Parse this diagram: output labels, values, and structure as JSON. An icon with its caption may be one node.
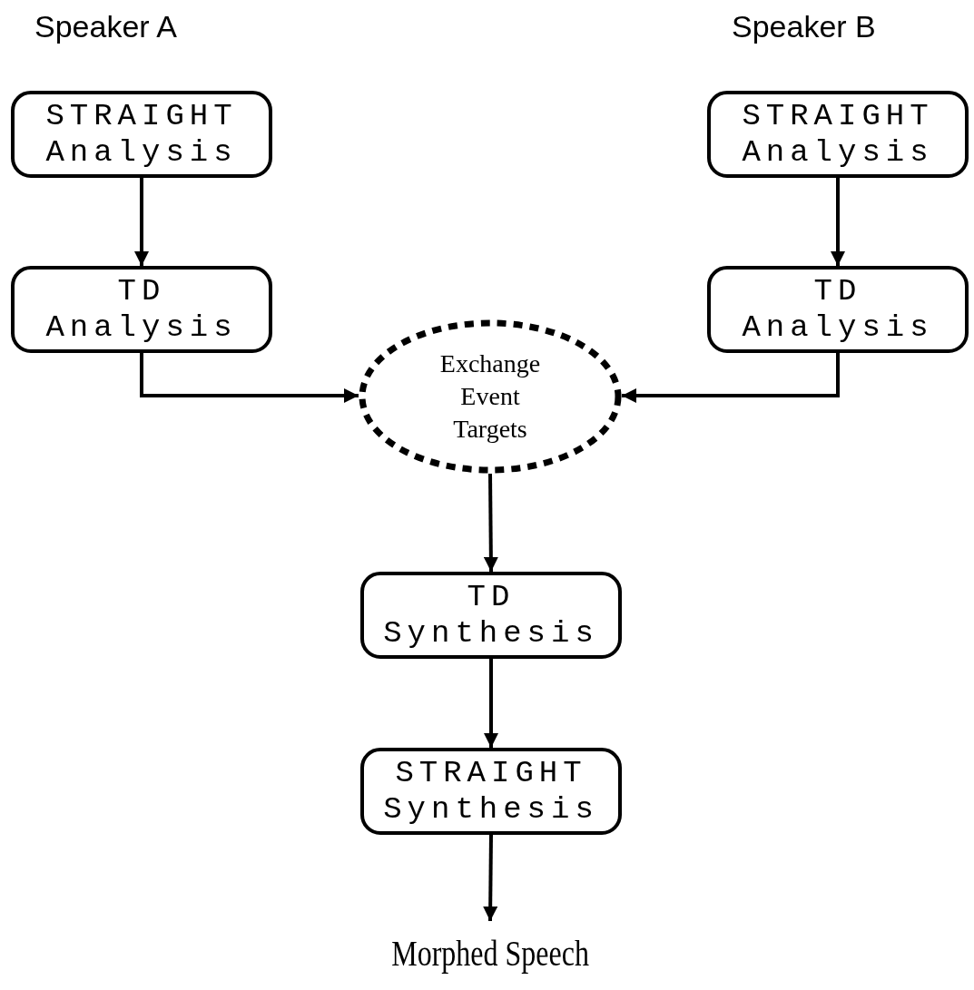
{
  "diagram": {
    "nodes": [
      {
        "text": [
          "STRAIGHT Analysis"
        ]
      },
      {
        "text": [
          "TD Analysis"
        ]
      },
      {
        "text": [
          "STRAIGHT Analysis"
        ]
      },
      {
        "text": [
          "TD Analysis"
        ]
      },
      {
        "text": [
          "Exchange Event Targets"
        ]
      },
      {
        "text": [
          "TD Synthesis"
        ]
      },
      {
        "text": [
          "STRAIGHT Synthesis"
        ]
      },
      {
        "text": [
          "Morphed Speech"
        ]
      }
    ],
    "edges": [
      {
        "from": 0,
        "to": 1,
        "arrow": "to"
      },
      {
        "from": 2,
        "to": 3,
        "arrow": "to"
      },
      {
        "from": 1,
        "to": 4,
        "arrow": "to"
      },
      {
        "from": 3,
        "to": 4,
        "arrow": "to"
      },
      {
        "from": 4,
        "to": 5,
        "arrow": "to"
      },
      {
        "from": 5,
        "to": 6,
        "arrow": "to"
      },
      {
        "from": 6,
        "to": 7,
        "arrow": "to"
      }
    ],
    "labels": [
      "Speaker A",
      "Speaker B"
    ]
  }
}
